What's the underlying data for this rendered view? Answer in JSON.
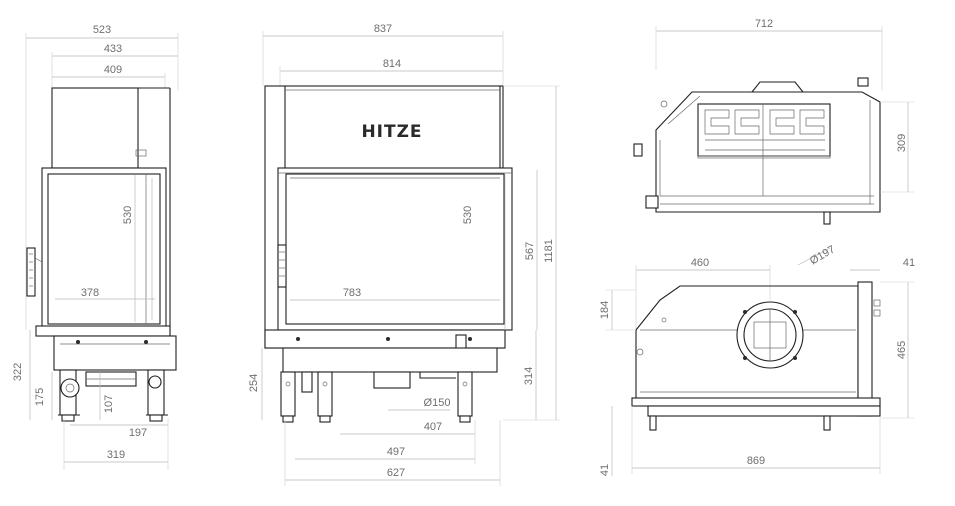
{
  "logo": "HITZE",
  "side_view": {
    "dims": [
      "523",
      "433",
      "409",
      "530",
      "378",
      "322",
      "175",
      "107",
      "197",
      "319"
    ]
  },
  "front_view": {
    "dims": [
      "837",
      "814",
      "530",
      "567",
      "1181",
      "783",
      "254",
      "314",
      "Ø150",
      "407",
      "497",
      "627"
    ]
  },
  "top_view": {
    "dims": [
      "712",
      "309"
    ]
  },
  "plan_view": {
    "dims": [
      "460",
      "Ø197",
      "41",
      "184",
      "465",
      "41",
      "869"
    ]
  },
  "colors": {
    "line": "#1f1f1f",
    "dimension": "#6f6f6f",
    "background": "#ffffff"
  }
}
